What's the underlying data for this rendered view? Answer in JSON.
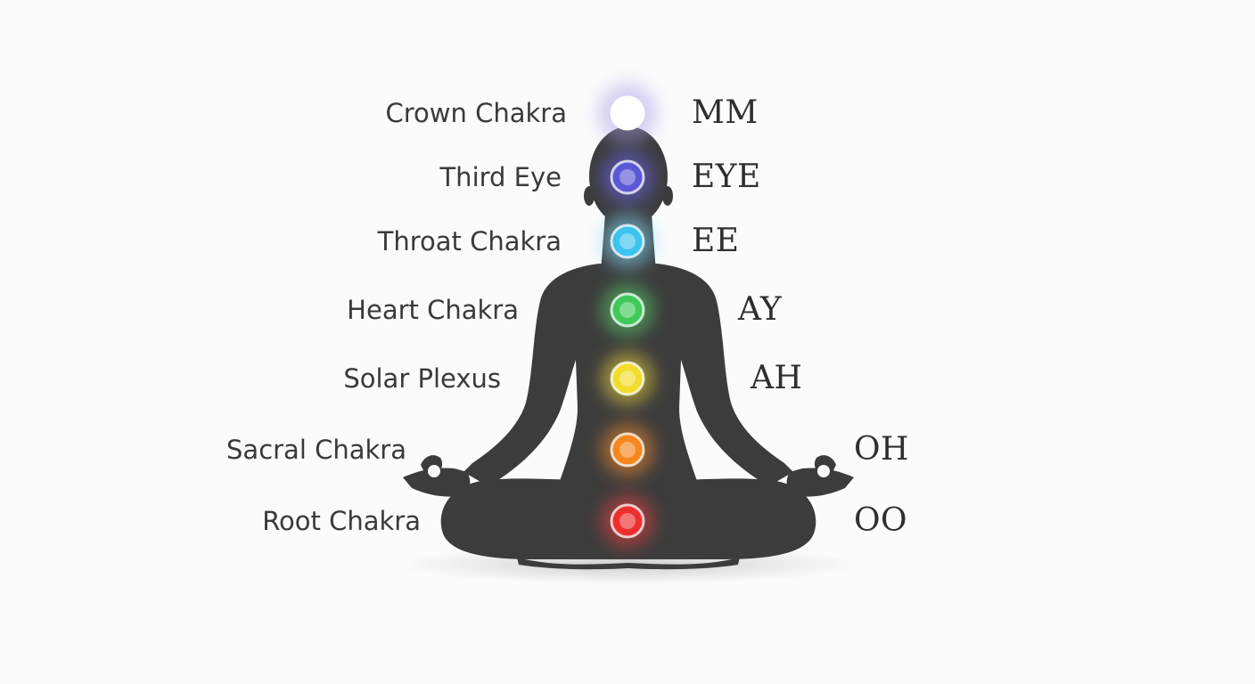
{
  "colors": {
    "background": "#fbfbfb",
    "silhouette": "#3c3c3c",
    "text": "#3a3a3a"
  },
  "chakras": [
    {
      "name": "Crown Chakra",
      "mantra": "MM",
      "color": "#ffffff",
      "glow": "#a99be8"
    },
    {
      "name": "Third Eye",
      "mantra": "EYE",
      "color": "#5b58d6",
      "glow": "#6a63e6"
    },
    {
      "name": "Throat Chakra",
      "mantra": "EE",
      "color": "#3cc3ee",
      "glow": "#7fd8f5"
    },
    {
      "name": "Heart Chakra",
      "mantra": "AY",
      "color": "#3fc95a",
      "glow": "#57c96b"
    },
    {
      "name": "Solar Plexus",
      "mantra": "AH",
      "color": "#f2dc2c",
      "glow": "#e6cf3a"
    },
    {
      "name": "Sacral Chakra",
      "mantra": "OH",
      "color": "#f7861f",
      "glow": "#f0882e"
    },
    {
      "name": "Root Chakra",
      "mantra": "OO",
      "color": "#ee2f2f",
      "glow": "#e84040"
    }
  ]
}
